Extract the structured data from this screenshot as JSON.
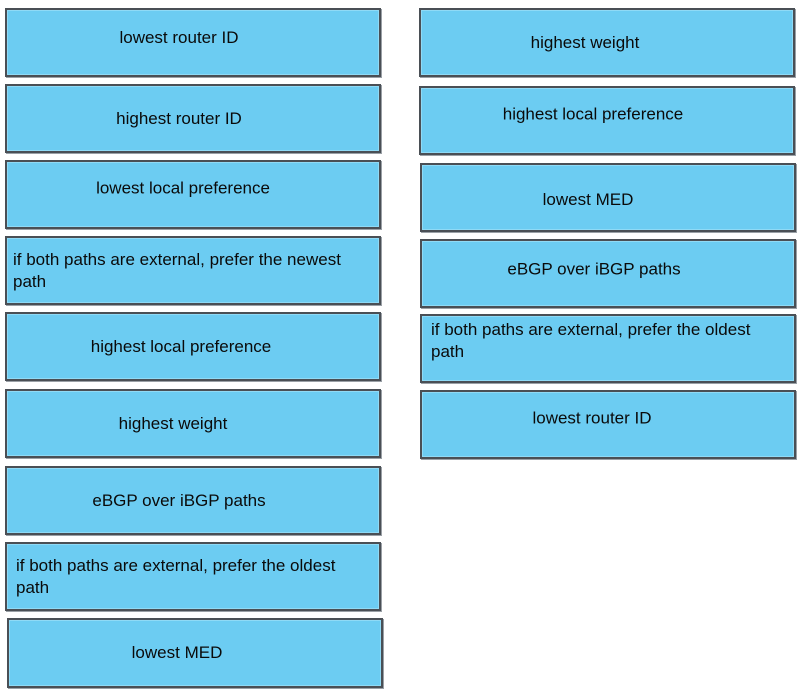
{
  "left_column": [
    {
      "label": "lowest router ID"
    },
    {
      "label": "highest router ID"
    },
    {
      "label": "lowest local preference"
    },
    {
      "label": "if both paths are external, prefer the newest\npath"
    },
    {
      "label": "highest local preference"
    },
    {
      "label": "highest weight"
    },
    {
      "label": "eBGP over iBGP paths"
    },
    {
      "label": "if both paths are external, prefer the oldest\npath"
    },
    {
      "label": "lowest MED"
    }
  ],
  "right_column": [
    {
      "label": "highest weight"
    },
    {
      "label": "highest local preference"
    },
    {
      "label": "lowest MED"
    },
    {
      "label": "eBGP over iBGP paths"
    },
    {
      "label": "if both paths are external, prefer the oldest\npath"
    },
    {
      "label": "lowest router ID"
    }
  ]
}
